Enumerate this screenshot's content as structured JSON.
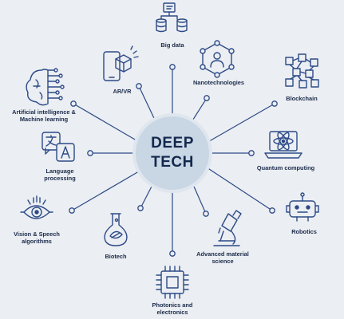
{
  "center": {
    "line1": "DEEP",
    "line2": "TECH"
  },
  "nodes": [
    {
      "id": "big-data",
      "label": "Big data",
      "icon": "database-icon"
    },
    {
      "id": "ar-vr",
      "label": "AR/VR",
      "icon": "ar-vr-headset-icon"
    },
    {
      "id": "nanotechnologies",
      "label": "Nanotechnologies",
      "icon": "nano-network-icon"
    },
    {
      "id": "blockchain",
      "label": "Blockchain",
      "icon": "blockchain-cubes-icon"
    },
    {
      "id": "ai-ml",
      "label": "Artificial intelligence & Machine learning",
      "icon": "brain-chip-icon"
    },
    {
      "id": "quantum",
      "label": "Quantum computing",
      "icon": "atom-laptop-icon"
    },
    {
      "id": "language",
      "label": "Language processing",
      "icon": "translate-icon"
    },
    {
      "id": "vision",
      "label": "Vision & Speech algorithms",
      "icon": "eye-icon"
    },
    {
      "id": "robotics",
      "label": "Robotics",
      "icon": "robot-icon"
    },
    {
      "id": "biotech",
      "label": "Biotech",
      "icon": "flask-leaf-icon"
    },
    {
      "id": "materials",
      "label": "Advanced material science",
      "icon": "microscope-icon"
    },
    {
      "id": "photonics",
      "label": "Photonics and electronics",
      "icon": "chip-icon"
    }
  ],
  "colors": {
    "background": "#ebeef2",
    "line": "#2d4a87",
    "center_fill": "#c9d6e4",
    "text": "#1b2b4b"
  }
}
